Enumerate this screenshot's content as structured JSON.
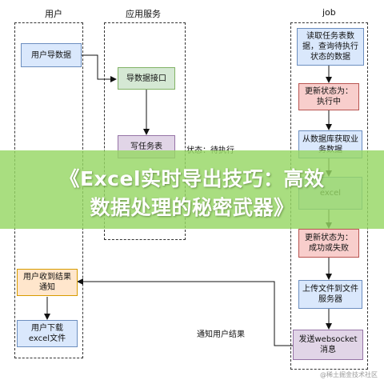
{
  "lanes": {
    "user": "用户",
    "service": "应用服务",
    "job": "job"
  },
  "nodes": {
    "user_export": "用户导数据",
    "export_api": "导数据接口",
    "write_task": "写任务表",
    "read_task": "读取任务表数据，查询待执行状态的数据",
    "status_running": "更新状态为：执行中",
    "fetch_data": "从数据库获取业务数据",
    "write_excel": "excel",
    "status_done": "更新状态为：成功或失败",
    "upload_file": "上传文件到文件服务器",
    "send_ws": "发送websocket消息",
    "user_notified": "用户收到结果通知",
    "user_download": "用户下载excel文件"
  },
  "labels": {
    "status_pending": "状态：待执行",
    "notify_user": "通知用户结果"
  },
  "banner": {
    "line1": "《Excel实时导出技巧：高效",
    "line2": "数据处理的秘密武器》"
  },
  "watermark": "@稀土掘金技术社区"
}
